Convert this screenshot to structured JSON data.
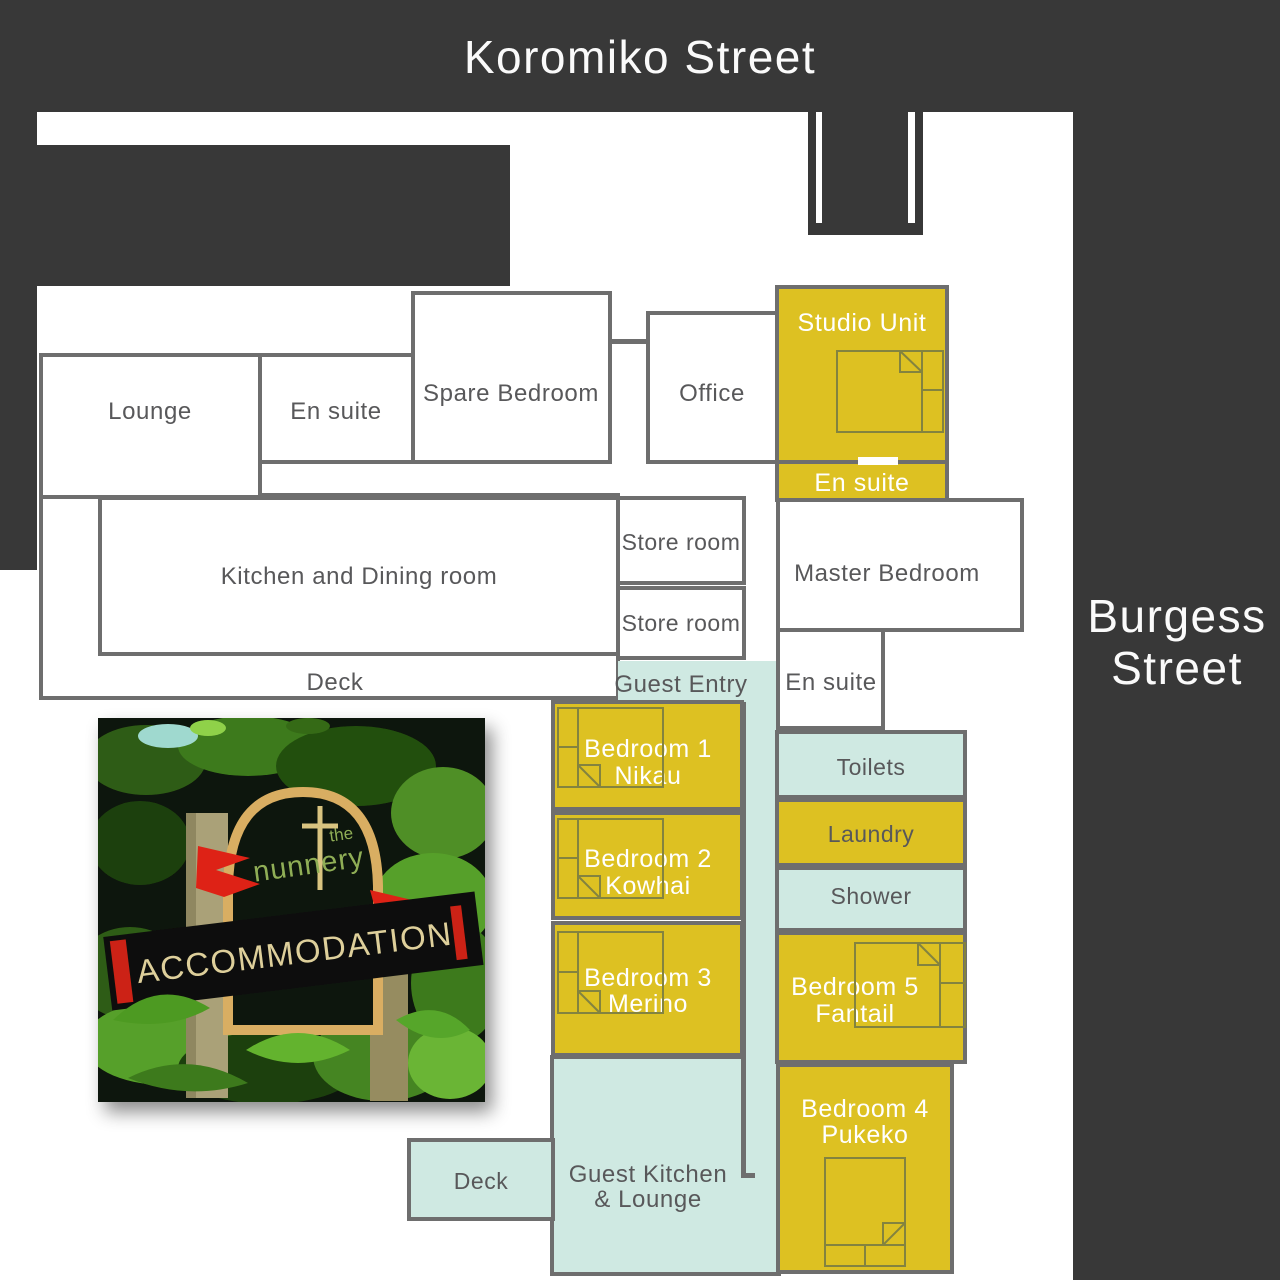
{
  "page_title": "The Nunnery Accommodation floor plan",
  "streets": {
    "top": "Koromiko Street",
    "right_line1": "Burgess",
    "right_line2": "Street"
  },
  "rooms": {
    "lounge": "Lounge",
    "ensuite_lounge": "En suite",
    "spare_bedroom": "Spare Bedroom",
    "office": "Office",
    "studio_unit": "Studio Unit",
    "studio_ensuite": "En suite",
    "kitchen_dining": "Kitchen and Dining room",
    "store_room_top": "Store room",
    "store_room_bottom": "Store room",
    "deck_main": "Deck",
    "master_bedroom": "Master Bedroom",
    "master_ensuite": "En suite",
    "guest_entry": "Guest Entry",
    "toilets": "Toilets",
    "laundry": "Laundry",
    "shower": "Shower",
    "bedroom1_line1": "Bedroom 1",
    "bedroom1_line2": "Nikau",
    "bedroom2_line1": "Bedroom 2",
    "bedroom2_line2": "Kowhai",
    "bedroom3_line1": "Bedroom 3",
    "bedroom3_line2": "Merino",
    "bedroom5_line1": "Bedroom 5",
    "bedroom5_line2": "Fantail",
    "bedroom4_line1": "Bedroom 4",
    "bedroom4_line2": "Pukeko",
    "guest_kitchen_line1": "Guest Kitchen",
    "guest_kitchen_line2": "& Lounge",
    "guest_deck": "Deck"
  },
  "photo_sign": {
    "word_the": "the",
    "word_nunnery": "nunnery",
    "banner": "ACCOMMODATION"
  },
  "colors": {
    "dark_band": "#383838",
    "room_yellow": "#ddc122",
    "room_teal": "#cfe9e2",
    "wall_gray": "#6e6e6e",
    "label_gray": "#58585a",
    "label_white": "#ffffff"
  }
}
